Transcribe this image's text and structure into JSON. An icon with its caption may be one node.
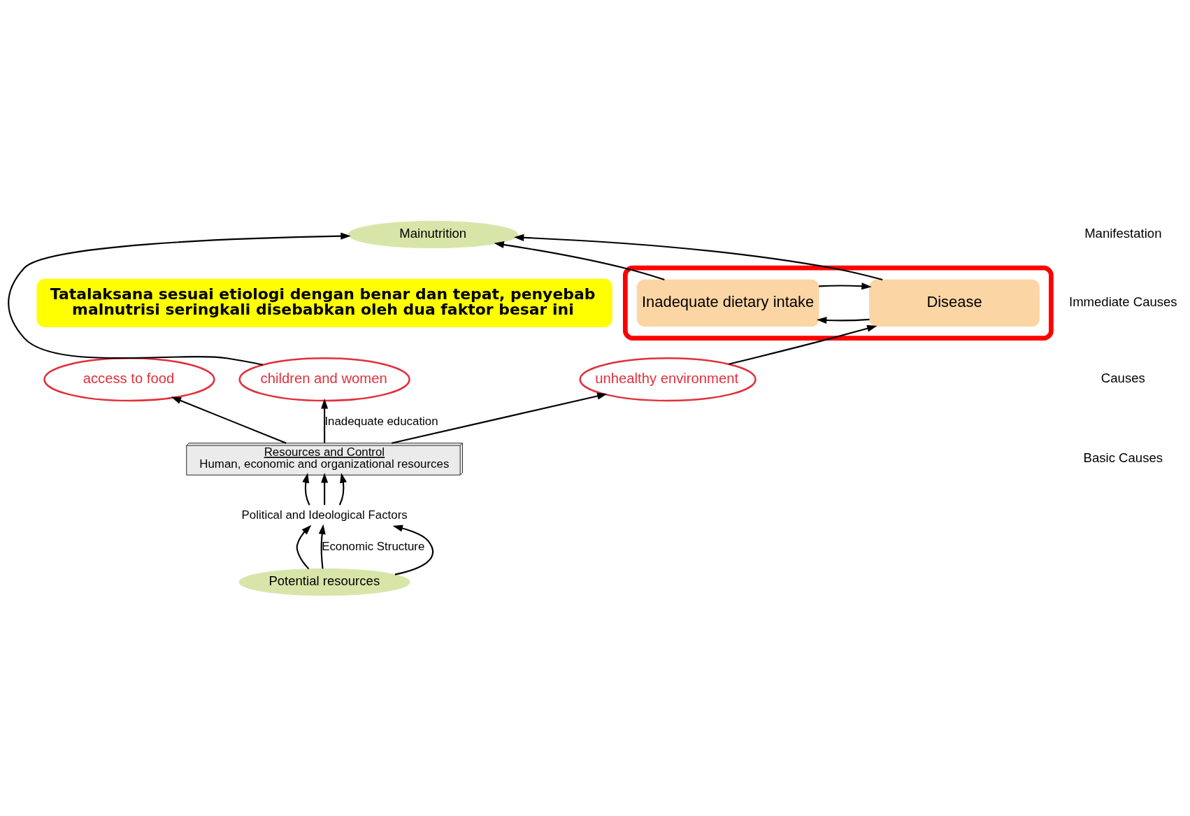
{
  "diagram": {
    "nodes": [
      {
        "text": [
          "Mainutrition"
        ]
      },
      {
        "text": [],
        "shape": "box"
      },
      {
        "text": [
          "Inadequate dietary intake"
        ],
        "in": 1
      },
      {
        "text": [
          "Disease"
        ],
        "in": 1
      },
      {
        "text": [
          "Tatalaksana sesuai etiologi dengan benar dan tepat, penyebab malnutrisi seringkali disebabkan oleh dua faktor besar ini"
        ]
      },
      {
        "text": [
          "access to food"
        ]
      },
      {
        "text": [
          "children and women"
        ]
      },
      {
        "text": [
          "unhealthy environment"
        ]
      },
      {
        "text": [
          "Resources and Control",
          "Human, economic and organizational resources"
        ]
      },
      {
        "text": [
          "Political and Ideological Factors"
        ]
      },
      {
        "text": [
          "Potential resources"
        ]
      }
    ],
    "edges": [
      {
        "from": 2,
        "to": 0,
        "arrow": "to"
      },
      {
        "from": 6,
        "to": 0,
        "arrow": "to"
      },
      {
        "from": 3,
        "to": 0,
        "arrow": "to"
      },
      {
        "from": 2,
        "to": 3,
        "arrow": "to"
      },
      {
        "from": 3,
        "to": 2,
        "arrow": "to"
      },
      {
        "from": 7,
        "to": 3,
        "arrow": "to"
      },
      {
        "from": 8,
        "to": 5,
        "arrow": "to"
      },
      {
        "from": 8,
        "to": 6,
        "arrow": "to",
        "label": "Inadequate education"
      },
      {
        "from": 8,
        "to": 7,
        "arrow": "to"
      },
      {
        "from": 9,
        "to": 8,
        "arrow": "to"
      },
      {
        "from": 9,
        "to": 8,
        "arrow": "to"
      },
      {
        "from": 9,
        "to": 8,
        "arrow": "to"
      },
      {
        "from": 10,
        "to": 9,
        "arrow": "to"
      },
      {
        "from": 10,
        "to": 9,
        "arrow": "to",
        "label": "Economic Structure"
      },
      {
        "from": 10,
        "to": 9,
        "arrow": "to"
      }
    ],
    "labels": [
      "Manifestation",
      "Immediate Causes",
      "Causes",
      "Basic Causes"
    ]
  }
}
